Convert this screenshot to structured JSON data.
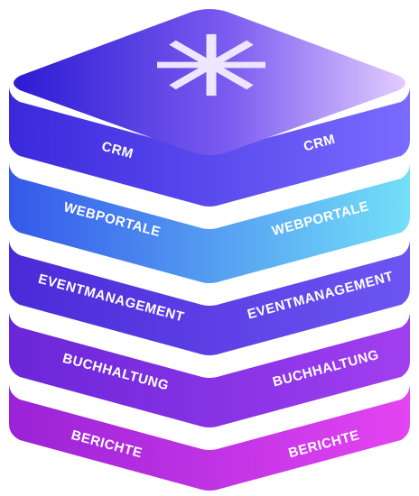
{
  "layers": [
    {
      "name": "CRM",
      "left_label": "CRM",
      "right_label": "CRM",
      "top_color": "#4f3fe6",
      "bottom_color": "#6a5bff"
    },
    {
      "name": "WEBPORTALE",
      "left_label": "WEBPORTALE",
      "right_label": "WEBPORTALE",
      "top_color": "#3d7bf2",
      "bottom_color": "#6fd2f7"
    },
    {
      "name": "EVENTMANAGEMENT",
      "left_label": "EVENTMANAGEMENT",
      "right_label": "EVENTMANAGEMENT",
      "top_color": "#5038e0",
      "bottom_color": "#7a4af0"
    },
    {
      "name": "BUCHHALTUNG",
      "left_label": "BUCHHALTUNG",
      "right_label": "BUCHHALTUNG",
      "top_color": "#7430df",
      "bottom_color": "#b03ff0"
    },
    {
      "name": "BERICHTE",
      "left_label": "BERICHTE",
      "right_label": "BERICHTE",
      "top_color": "#a02ddc",
      "bottom_color": "#e13ff0"
    }
  ],
  "logo": {
    "icon": "asterisk-logo-icon",
    "color": "#e9e4ff"
  },
  "colors": {
    "cap_left": "#3a1fd8",
    "cap_right": "#d8c4ff",
    "text": "#ffffff"
  }
}
